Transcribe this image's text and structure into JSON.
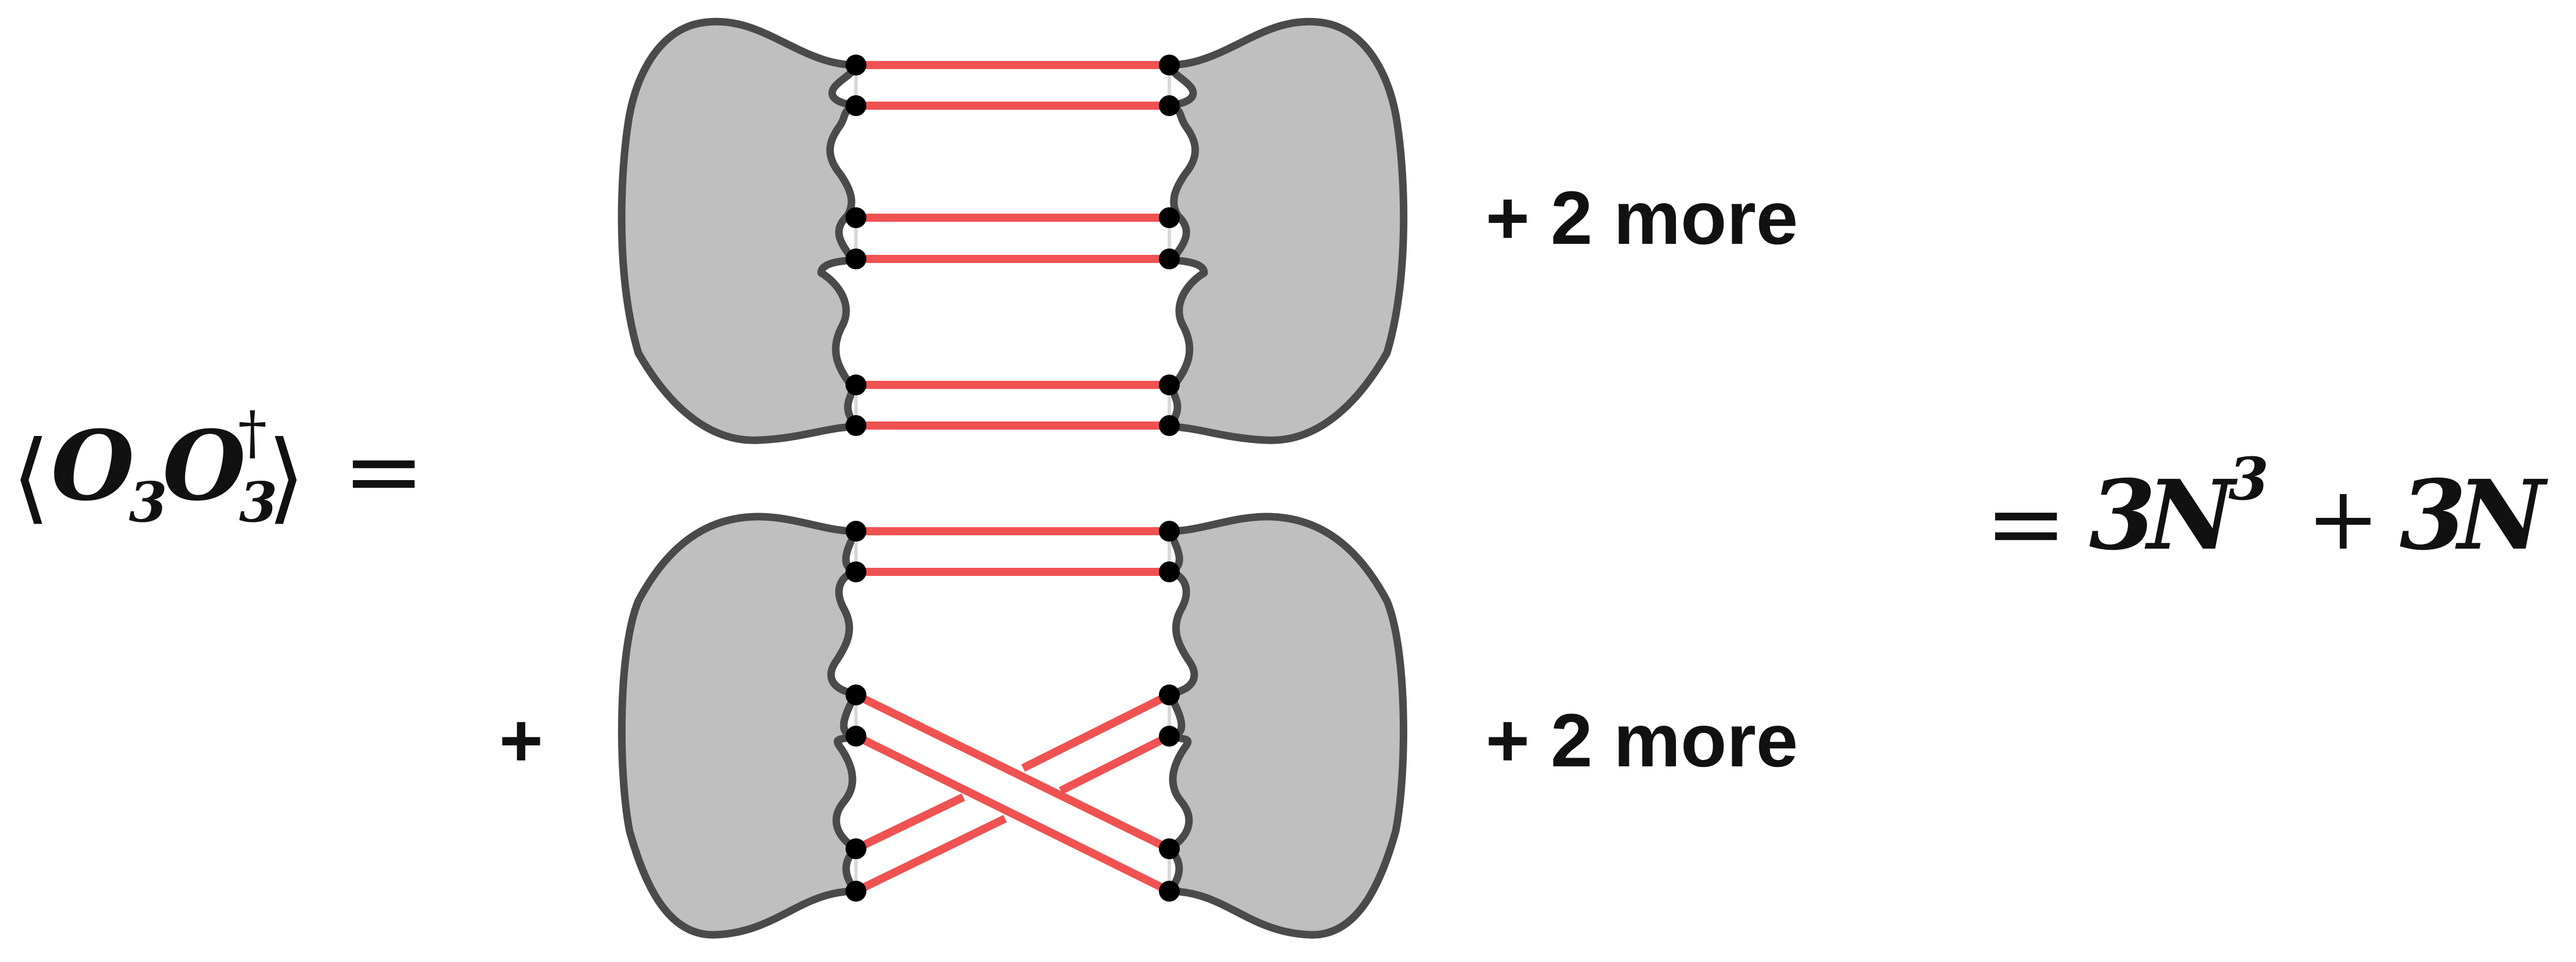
{
  "lhs": {
    "bracket_open": "⟨",
    "op1": "O",
    "op1_sub": "3",
    "op2": "O",
    "op2_sub": "3",
    "op2_sup": "†",
    "bracket_close": "⟩",
    "equals": "="
  },
  "top_diagram": {
    "more_label": "+ 2 more"
  },
  "bottom_diagram": {
    "plus_label": "+",
    "more_label": "+ 2 more"
  },
  "rhs": {
    "equals": "=",
    "coef1": "3",
    "base1": "N",
    "exp1": "3",
    "plus": "+",
    "coef2": "3",
    "base2": "N"
  },
  "colors": {
    "blob_fill": "#bfbfbf",
    "blob_stroke": "#4a4a4a",
    "wick_line": "#f05252",
    "dot": "#000000"
  }
}
